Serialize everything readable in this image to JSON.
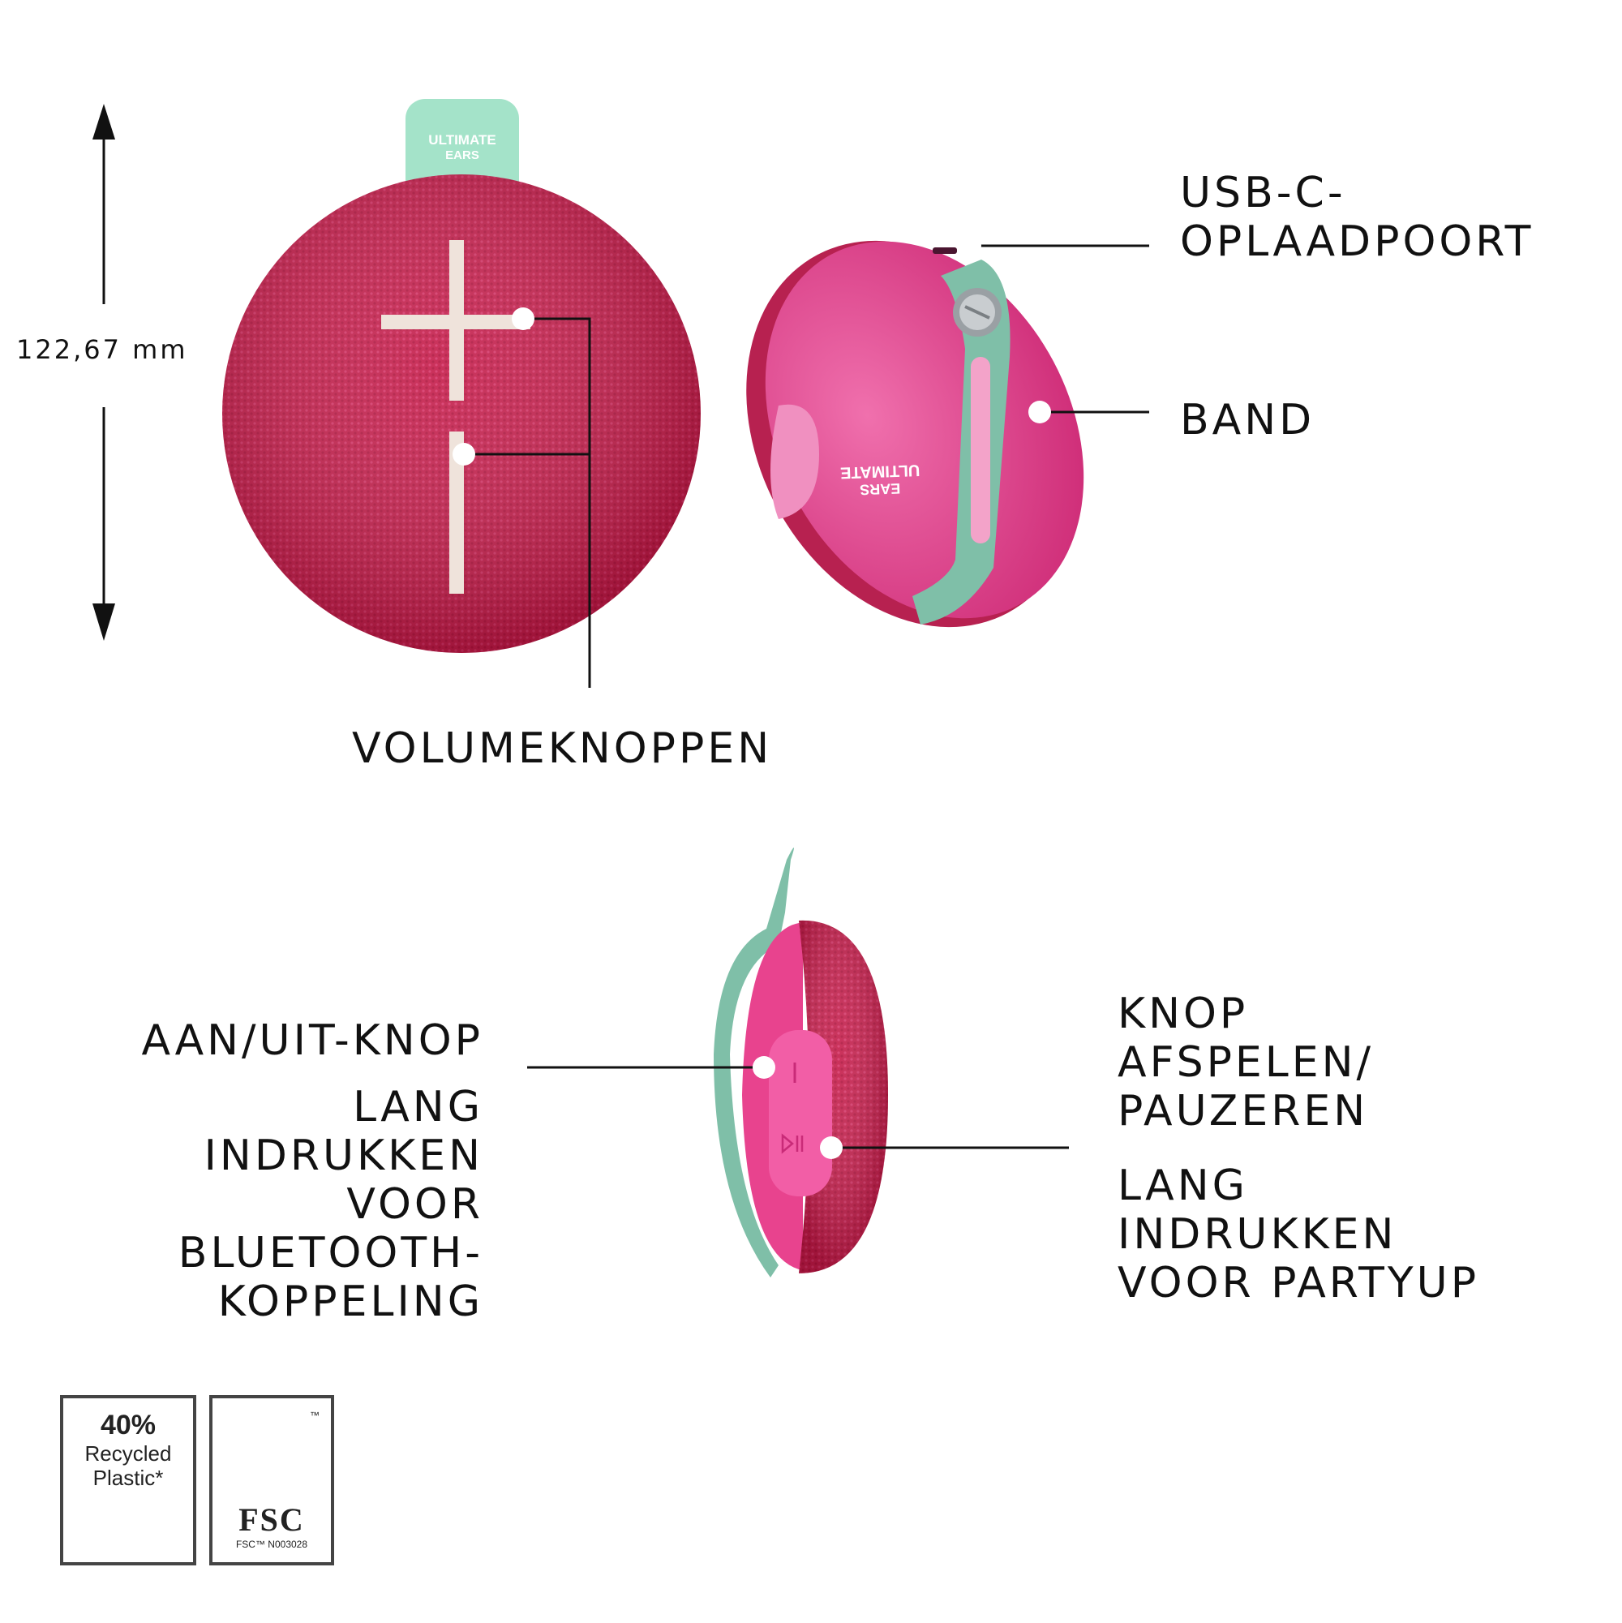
{
  "dimension": {
    "height_text": "122,67 mm"
  },
  "brand": {
    "tag_line1": "ULTIMATE",
    "tag_line2": "EARS",
    "back_line1": "ULTIMATE",
    "back_line2": "EARS"
  },
  "callouts": {
    "usb_port": [
      "USB-C-",
      "OPLAADPOORT"
    ],
    "strap": [
      "BAND"
    ],
    "volume": [
      "VOLUMEKNOPPEN"
    ],
    "power": [
      "AAN/UIT-KNOP"
    ],
    "power_long": [
      "LANG",
      "INDRUKKEN",
      "VOOR",
      "BLUETOOTH-",
      "KOPPELING"
    ],
    "play": [
      "KNOP",
      "AFSPELEN/",
      "PAUZEREN"
    ],
    "play_long": [
      "LANG",
      "INDRUKKEN",
      "VOOR PARTYUP"
    ]
  },
  "badges": {
    "recycled": {
      "percent": "40%",
      "line1": "Recycled",
      "line2": "Plastic*",
      "icon": "recycle-icon"
    },
    "fsc": {
      "name": "FSC",
      "code": "FSC™ N003028",
      "tm": "™",
      "icon": "fsc-tree-icon"
    }
  },
  "colors": {
    "fabric": "#c8224f",
    "shell": "#e8438e",
    "strap": "#7fbfa8",
    "tag": "#a4e3c9",
    "cross": "#efe3db"
  }
}
